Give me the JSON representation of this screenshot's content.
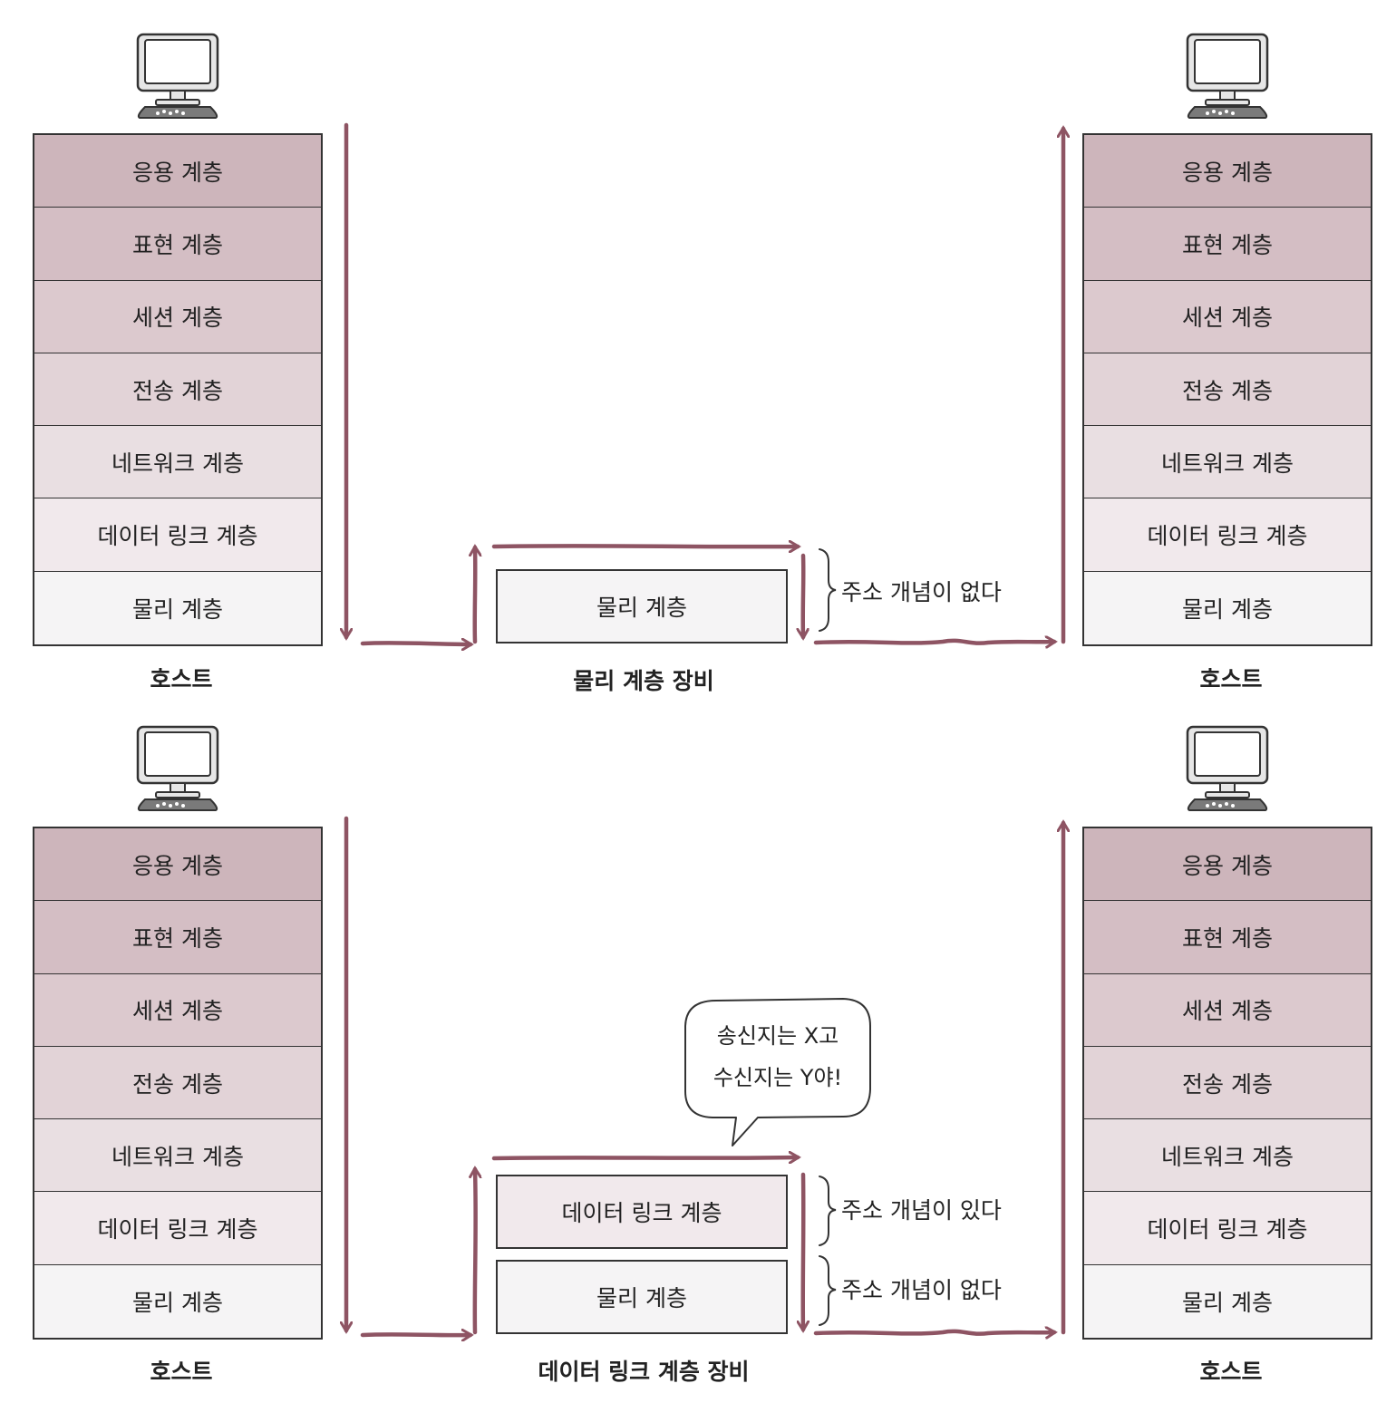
{
  "colors": {
    "arrow": "#8e5463",
    "layer_shades": [
      "#cdb5bb",
      "#d4bec4",
      "#dcc9ce",
      "#e2d3d7",
      "#e9dfe2",
      "#f1e9ec",
      "#f5f4f5"
    ]
  },
  "layers": [
    "응용 계층",
    "표현 계층",
    "세션 계층",
    "전송 계층",
    "네트워크 계층",
    "데이터 링크 계층",
    "물리 계층"
  ],
  "top": {
    "left_host": "호스트",
    "right_host": "호스트",
    "device_layer": "물리 계층",
    "device_caption": "물리 계층 장비",
    "note_physical": "주소 개념이 없다"
  },
  "bottom": {
    "left_host": "호스트",
    "right_host": "호스트",
    "device_layer_datalink": "데이터 링크 계층",
    "device_layer_physical": "물리 계층",
    "device_caption": "데이터 링크 계층 장비",
    "note_datalink": "주소 개념이 있다",
    "note_physical": "주소 개념이 없다",
    "bubble_line1": "송신지는 X고",
    "bubble_line2": "수신지는 Y야!"
  },
  "icons": [
    "computer-icon"
  ]
}
